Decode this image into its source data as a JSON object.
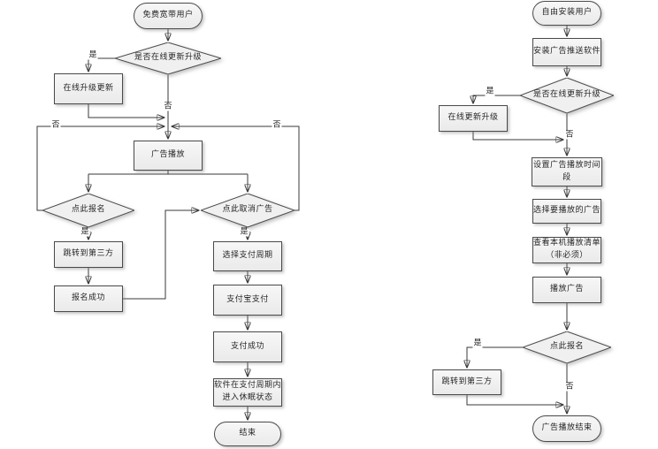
{
  "labels": {
    "yes": "是",
    "no": "否"
  },
  "left_chart": {
    "start": "免费宽带用户",
    "decision_online_update": "是否在线更新升级",
    "online_upgrade": "在线升级更新",
    "ad_play": "广告播放",
    "decision_signup": "点此报名",
    "decision_cancel_ad": "点此取消广告",
    "jump_third_party": "跳转到第三方",
    "signup_success": "报名成功",
    "select_pay_cycle": "选择支付周期",
    "alipay_pay": "支付宝支付",
    "pay_success": "支付成功",
    "sleep_in_cycle": "软件在支付周期内\n进入休眠状态",
    "end": "结束"
  },
  "right_chart": {
    "start": "自由安装用户",
    "install_ad_software": "安装广告推送软件",
    "decision_online_update": "是否在线更新升级",
    "online_update": "在线更新升级",
    "set_ad_time": "设置广告播放时间\n段",
    "select_ad": "选择要播放的广告",
    "check_playlist": "查看本机播放清单\n（非必须）",
    "play_ad": "播放广告",
    "decision_signup": "点此报名",
    "jump_third_party": "跳转到第三方",
    "end": "广告播放结束"
  }
}
